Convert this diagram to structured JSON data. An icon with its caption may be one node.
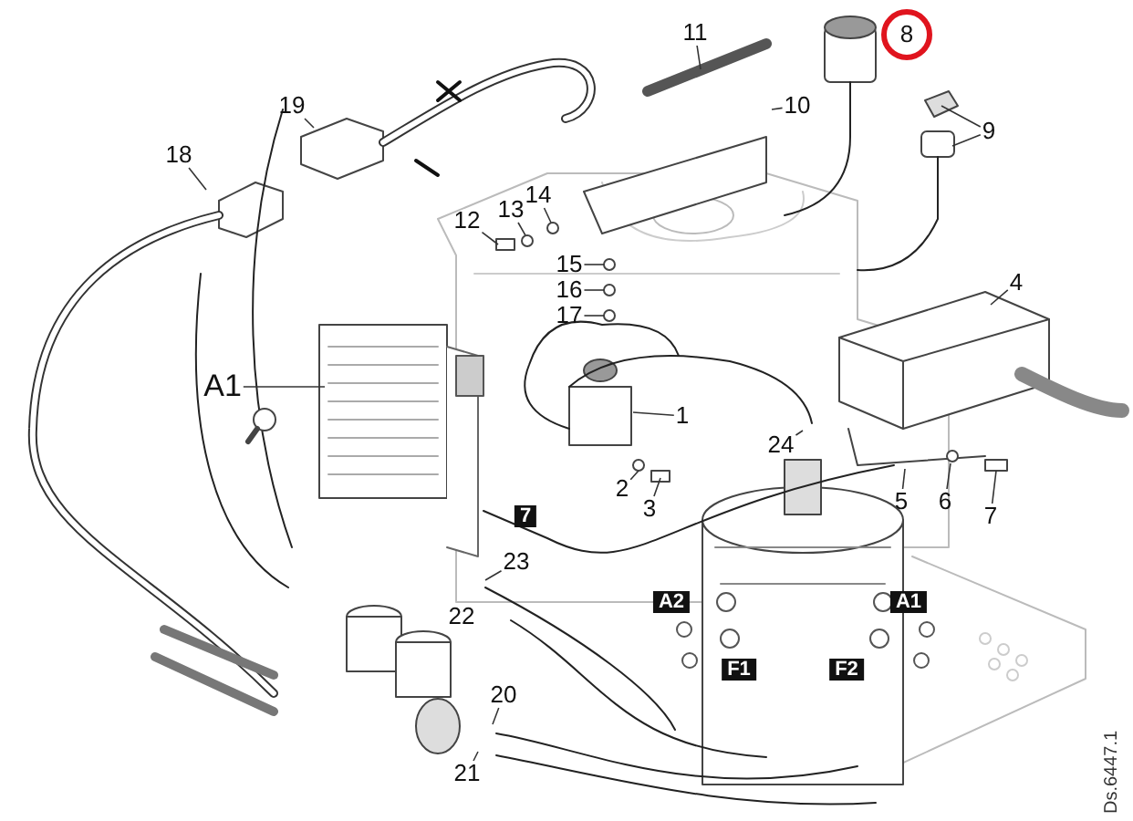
{
  "diagram": {
    "nodes": [
      {
        "text": [
          "11"
        ]
      },
      {
        "text": [
          "8"
        ]
      },
      {
        "text": [
          "19"
        ]
      },
      {
        "text": [
          "10"
        ]
      },
      {
        "text": [
          "9"
        ]
      },
      {
        "text": [
          "18"
        ]
      },
      {
        "text": [
          "14"
        ]
      },
      {
        "text": [
          "13"
        ]
      },
      {
        "text": [
          "12"
        ]
      },
      {
        "text": [
          "15"
        ]
      },
      {
        "text": [
          "16"
        ]
      },
      {
        "text": [
          "4"
        ]
      },
      {
        "text": [
          "17"
        ]
      },
      {
        "text": [
          "A1"
        ]
      },
      {
        "text": [
          "1"
        ]
      },
      {
        "text": [
          "24"
        ]
      },
      {
        "text": [
          "2"
        ]
      },
      {
        "text": [
          "3"
        ]
      },
      {
        "text": [
          "5"
        ]
      },
      {
        "text": [
          "6"
        ]
      },
      {
        "text": [
          "7"
        ]
      },
      {
        "text": [
          "23"
        ]
      },
      {
        "text": [
          "22"
        ]
      },
      {
        "text": [
          "20"
        ]
      },
      {
        "text": [
          "21"
        ]
      }
    ],
    "edges": [
      {
        "from": 0,
        "to": null,
        "arrow": "none"
      },
      {
        "from": 2,
        "to": null,
        "arrow": "none"
      },
      {
        "from": 3,
        "to": null,
        "arrow": "none"
      },
      {
        "from": 4,
        "to": null,
        "arrow": "none"
      },
      {
        "from": 4,
        "to": null,
        "arrow": "none"
      },
      {
        "from": 5,
        "to": null,
        "arrow": "none"
      },
      {
        "from": 6,
        "to": null,
        "arrow": "none"
      },
      {
        "from": 7,
        "to": null,
        "arrow": "none"
      },
      {
        "from": 8,
        "to": null,
        "arrow": "none"
      },
      {
        "from": 9,
        "to": null,
        "arrow": "none"
      },
      {
        "from": 10,
        "to": null,
        "arrow": "none"
      },
      {
        "from": 11,
        "to": null,
        "arrow": "none"
      },
      {
        "from": 12,
        "to": null,
        "arrow": "none"
      },
      {
        "from": 13,
        "to": null,
        "arrow": "none"
      },
      {
        "from": 14,
        "to": null,
        "arrow": "none"
      },
      {
        "from": 15,
        "to": null,
        "arrow": "none"
      },
      {
        "from": 16,
        "to": null,
        "arrow": "none"
      },
      {
        "from": 17,
        "to": null,
        "arrow": "none"
      },
      {
        "from": 18,
        "to": null,
        "arrow": "none"
      },
      {
        "from": 19,
        "to": null,
        "arrow": "none"
      },
      {
        "from": 20,
        "to": null,
        "arrow": "none"
      },
      {
        "from": 21,
        "to": null,
        "arrow": "none"
      },
      {
        "from": 23,
        "to": null,
        "arrow": "none"
      },
      {
        "from": 24,
        "to": null,
        "arrow": "none"
      }
    ],
    "labels": [
      "7",
      "A2",
      "A1",
      "F1",
      "F2",
      "Ds.6447.1"
    ]
  }
}
